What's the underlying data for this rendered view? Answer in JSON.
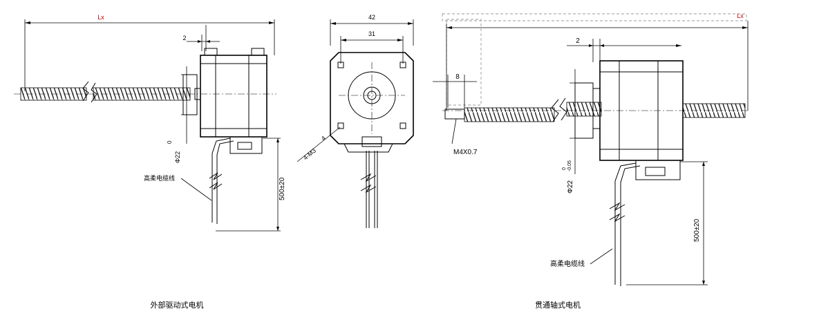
{
  "dimensions": {
    "length": "Lx",
    "lip": "2",
    "width_outer": "42",
    "hole_spacing": "31",
    "holes": "4-M3",
    "hole_depth": "4",
    "boss_diameter": "Φ22",
    "tol_upper": "0",
    "tol_lower": "-0.05",
    "lead_length": "500±20",
    "screw_end": "8",
    "thread": "M4X0.7"
  },
  "labels": {
    "cable": "高柔电缆线",
    "caption_external": "外部驱动式电机",
    "caption_through": "贯通轴式电机"
  }
}
